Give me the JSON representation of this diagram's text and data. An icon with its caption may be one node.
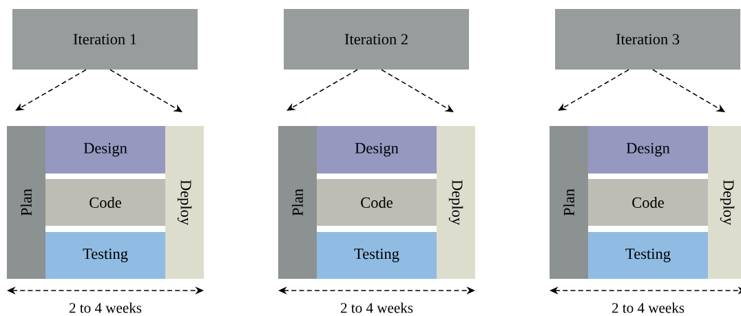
{
  "diagram": {
    "nodes": [
      {
        "text": [
          "Iteration 1"
        ]
      },
      {
        "text": [
          "Plan"
        ]
      },
      {
        "text": [
          "Design"
        ]
      },
      {
        "text": [
          "Code"
        ]
      },
      {
        "text": [
          "Testing"
        ]
      },
      {
        "text": [
          "Deploy"
        ]
      },
      {
        "text": [
          "Iteration 2"
        ]
      },
      {
        "text": [
          "Plan"
        ]
      },
      {
        "text": [
          "Design"
        ]
      },
      {
        "text": [
          "Code"
        ]
      },
      {
        "text": [
          "Testing"
        ]
      },
      {
        "text": [
          "Deploy"
        ]
      },
      {
        "text": [
          "Iteration 3"
        ]
      },
      {
        "text": [
          "Plan"
        ]
      },
      {
        "text": [
          "Design"
        ]
      },
      {
        "text": [
          "Code"
        ]
      },
      {
        "text": [
          "Testing"
        ]
      },
      {
        "text": [
          "Deploy"
        ]
      }
    ],
    "edges": [
      {
        "from": 0,
        "to": null,
        "arrow": "to",
        "style": "dashed"
      },
      {
        "from": 0,
        "to": null,
        "arrow": "to",
        "style": "dashed"
      },
      {
        "from": 6,
        "to": null,
        "arrow": "to",
        "style": "dashed"
      },
      {
        "from": 6,
        "to": null,
        "arrow": "to",
        "style": "dashed"
      },
      {
        "from": 12,
        "to": null,
        "arrow": "to",
        "style": "dashed"
      },
      {
        "from": 12,
        "to": null,
        "arrow": "to",
        "style": "dashed"
      }
    ],
    "labels": [
      "2 to 4 weeks",
      "2 to 4 weeks",
      "2 to 4 weeks"
    ]
  }
}
